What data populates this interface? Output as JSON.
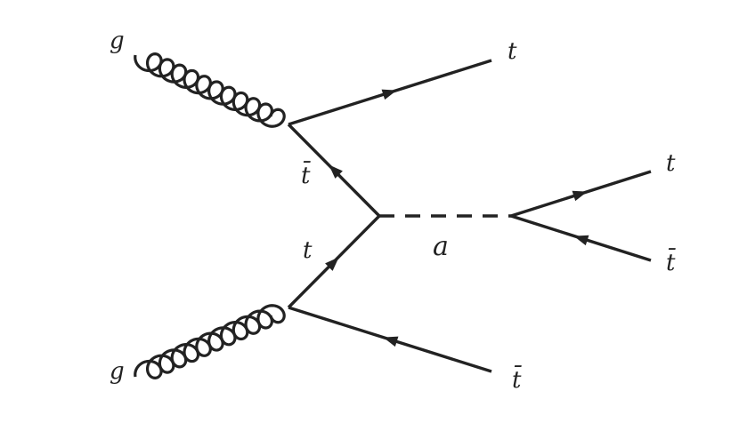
{
  "labels": {
    "gluon_top": "g",
    "gluon_bottom": "g",
    "outgoing_top": "t",
    "internal_antitop": "t̄",
    "internal_top": "t",
    "mediator": "a",
    "decay_top": "t",
    "decay_antitop": "t̄",
    "outgoing_bottom": "t̄"
  },
  "colors": {
    "ink": "#222222",
    "background": "#ffffff"
  }
}
